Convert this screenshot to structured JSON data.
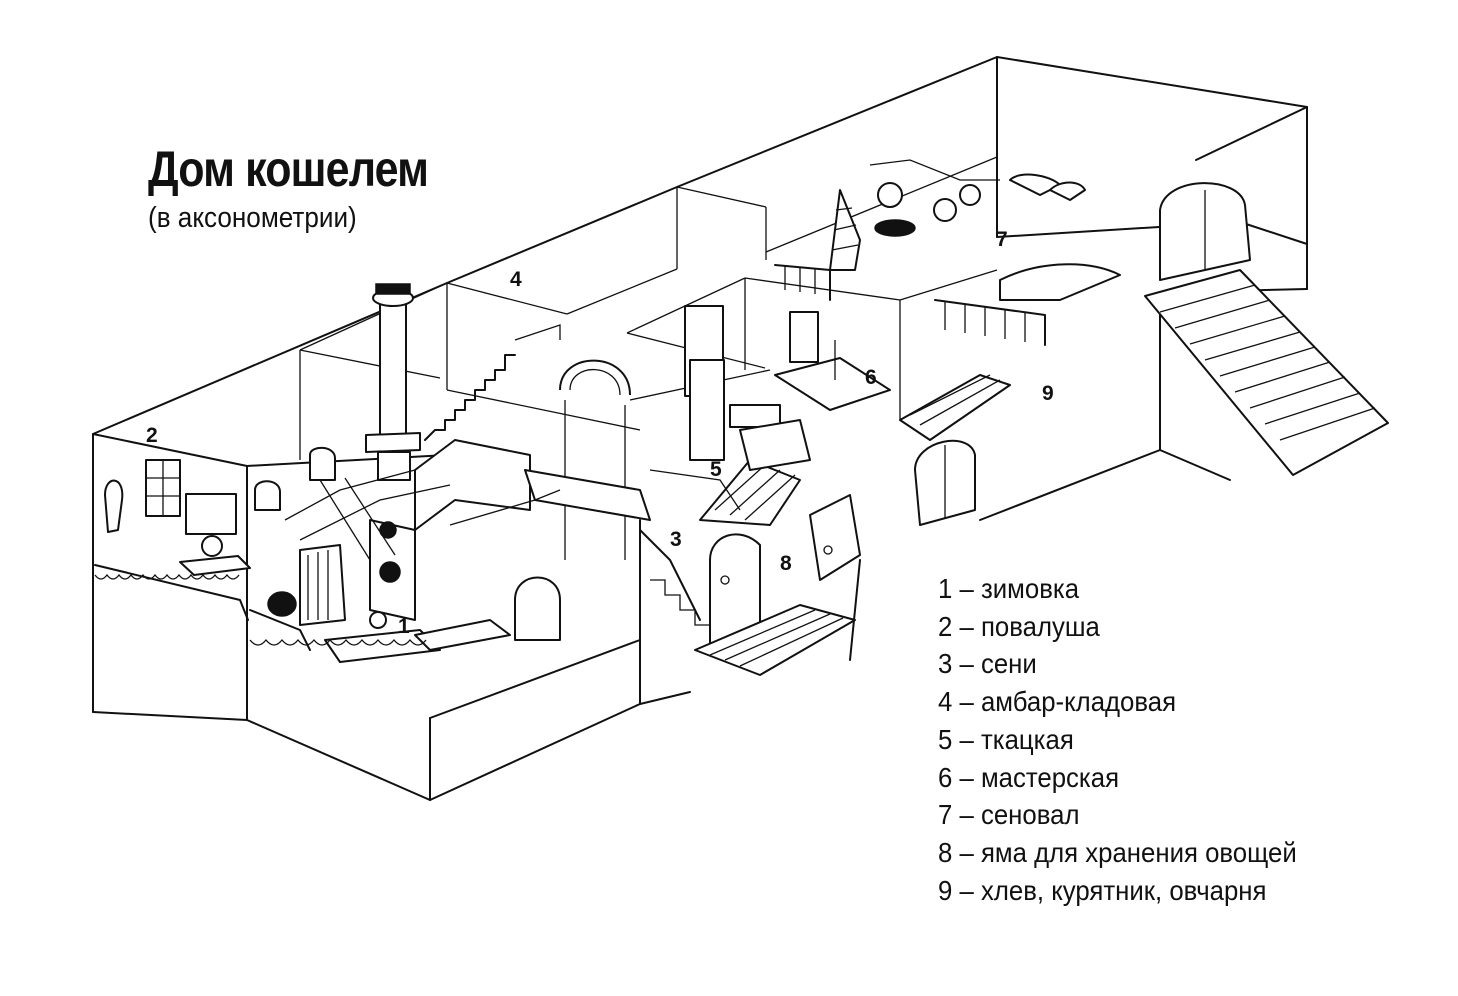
{
  "title": "Дом кошелем",
  "subtitle": "(в аксонометрии)",
  "room_numbers": [
    "1",
    "2",
    "3",
    "4",
    "5",
    "6",
    "7",
    "8",
    "9"
  ],
  "legend": [
    "1 – зимовка",
    "2 – повалуша",
    "3 – сени",
    "4 – амбар-кладовая",
    "5 – ткацкая",
    "6 – мастерская",
    "7 – сеновал",
    "8 – яма для хранения овощей",
    "9 – хлев, курятник, овчарня"
  ]
}
